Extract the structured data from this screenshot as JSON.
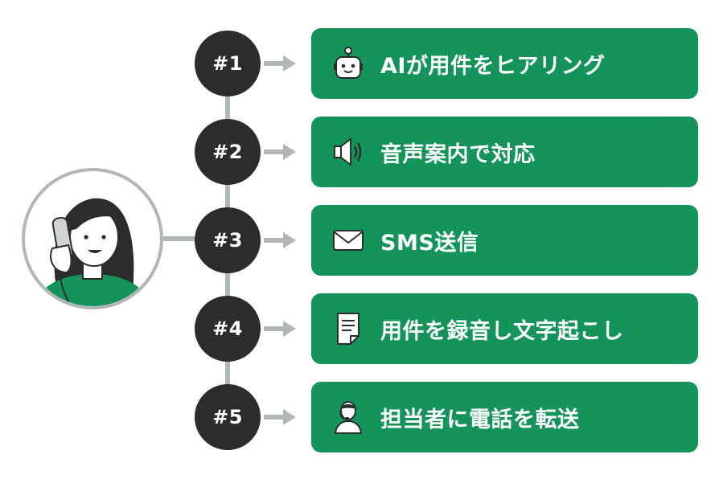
{
  "colors": {
    "step_box": "#14935a",
    "step_circle": "#2b2d2c",
    "connector": "#b2b6b4",
    "text": "#ffffff"
  },
  "caller": {
    "icon": "woman-on-phone-illustration"
  },
  "steps": [
    {
      "number": "#1",
      "label": "AIが用件をヒアリング",
      "icon": "robot-icon"
    },
    {
      "number": "#2",
      "label": "音声案内で対応",
      "icon": "speaker-icon"
    },
    {
      "number": "#3",
      "label": "SMS送信",
      "icon": "envelope-icon"
    },
    {
      "number": "#4",
      "label": "用件を録音し文字起こし",
      "icon": "document-icon"
    },
    {
      "number": "#5",
      "label": "担当者に電話を転送",
      "icon": "operator-icon"
    }
  ]
}
